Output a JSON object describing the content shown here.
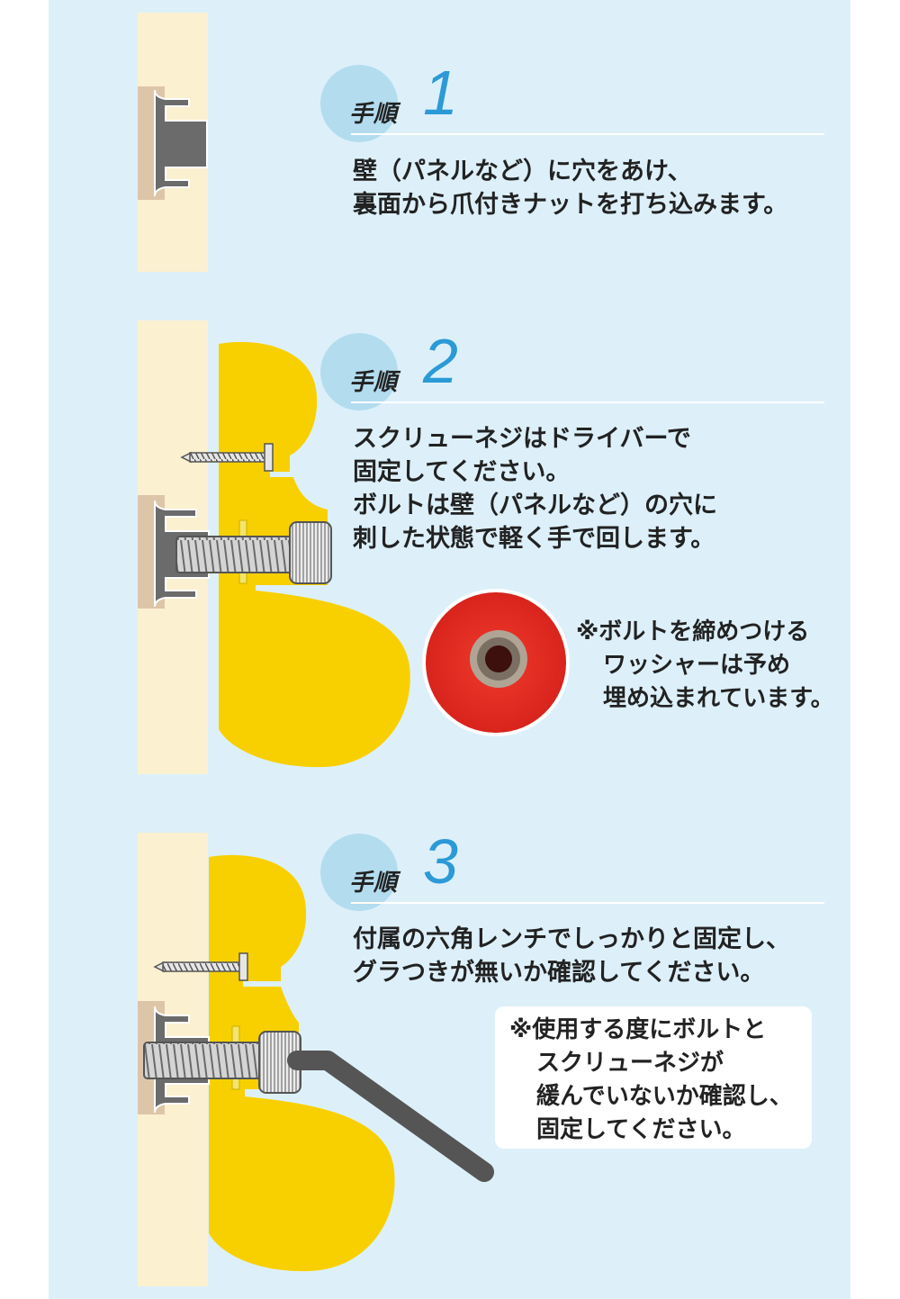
{
  "colors": {
    "panel_bg": "#ddf0fa",
    "wall": "#fbf0cf",
    "panel_edge": "#ddc6a8",
    "hold": "#f8d000",
    "metal": "#6b6b6b",
    "accent_blue": "#2b9ad6",
    "circle": "#b3dcef",
    "photo_red": "#e02a22"
  },
  "steps": [
    {
      "label": "手順",
      "number": "1",
      "lines": [
        "壁（パネルなど）に穴をあけ、",
        "裏面から爪付きナットを打ち込みます。"
      ]
    },
    {
      "label": "手順",
      "number": "2",
      "lines": [
        "スクリューネジはドライバーで",
        "固定してください。",
        "ボルトは壁（パネルなど）の穴に",
        "刺した状態で軽く手で回します。"
      ],
      "note": [
        "※ボルトを締めつける",
        "ワッシャーは予め",
        "埋め込まれています。"
      ]
    },
    {
      "label": "手順",
      "number": "3",
      "lines": [
        "付属の六角レンチでしっかりと固定し、",
        "グラつきが無いか確認してください。"
      ],
      "note": [
        "※使用する度にボルトと",
        "スクリューネジが",
        "緩んでいないか確認し、",
        "固定してください。"
      ]
    }
  ]
}
